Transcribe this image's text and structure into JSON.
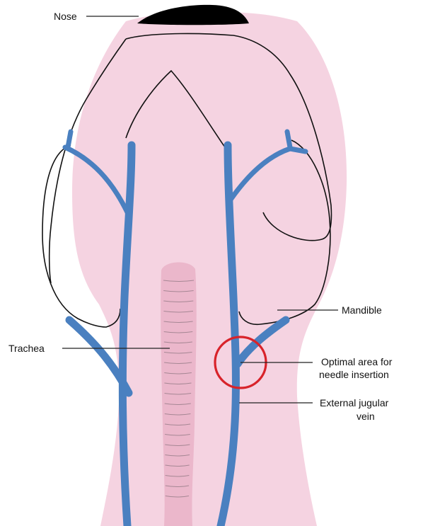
{
  "labels": {
    "nose": "Nose",
    "mandible": "Mandible",
    "trachea": "Trachea",
    "optimal_line1": "Optimal area for",
    "optimal_line2": "needle insertion",
    "jugular_line1": "External jugular",
    "jugular_line2": "vein"
  },
  "colors": {
    "skin": "#f5d3e1",
    "trachea": "#ebb7cb",
    "trachea_rings": "#a68794",
    "vein": "#4a80c0",
    "outline": "#111111",
    "nose": "#000000",
    "target_circle": "#d8232a"
  }
}
